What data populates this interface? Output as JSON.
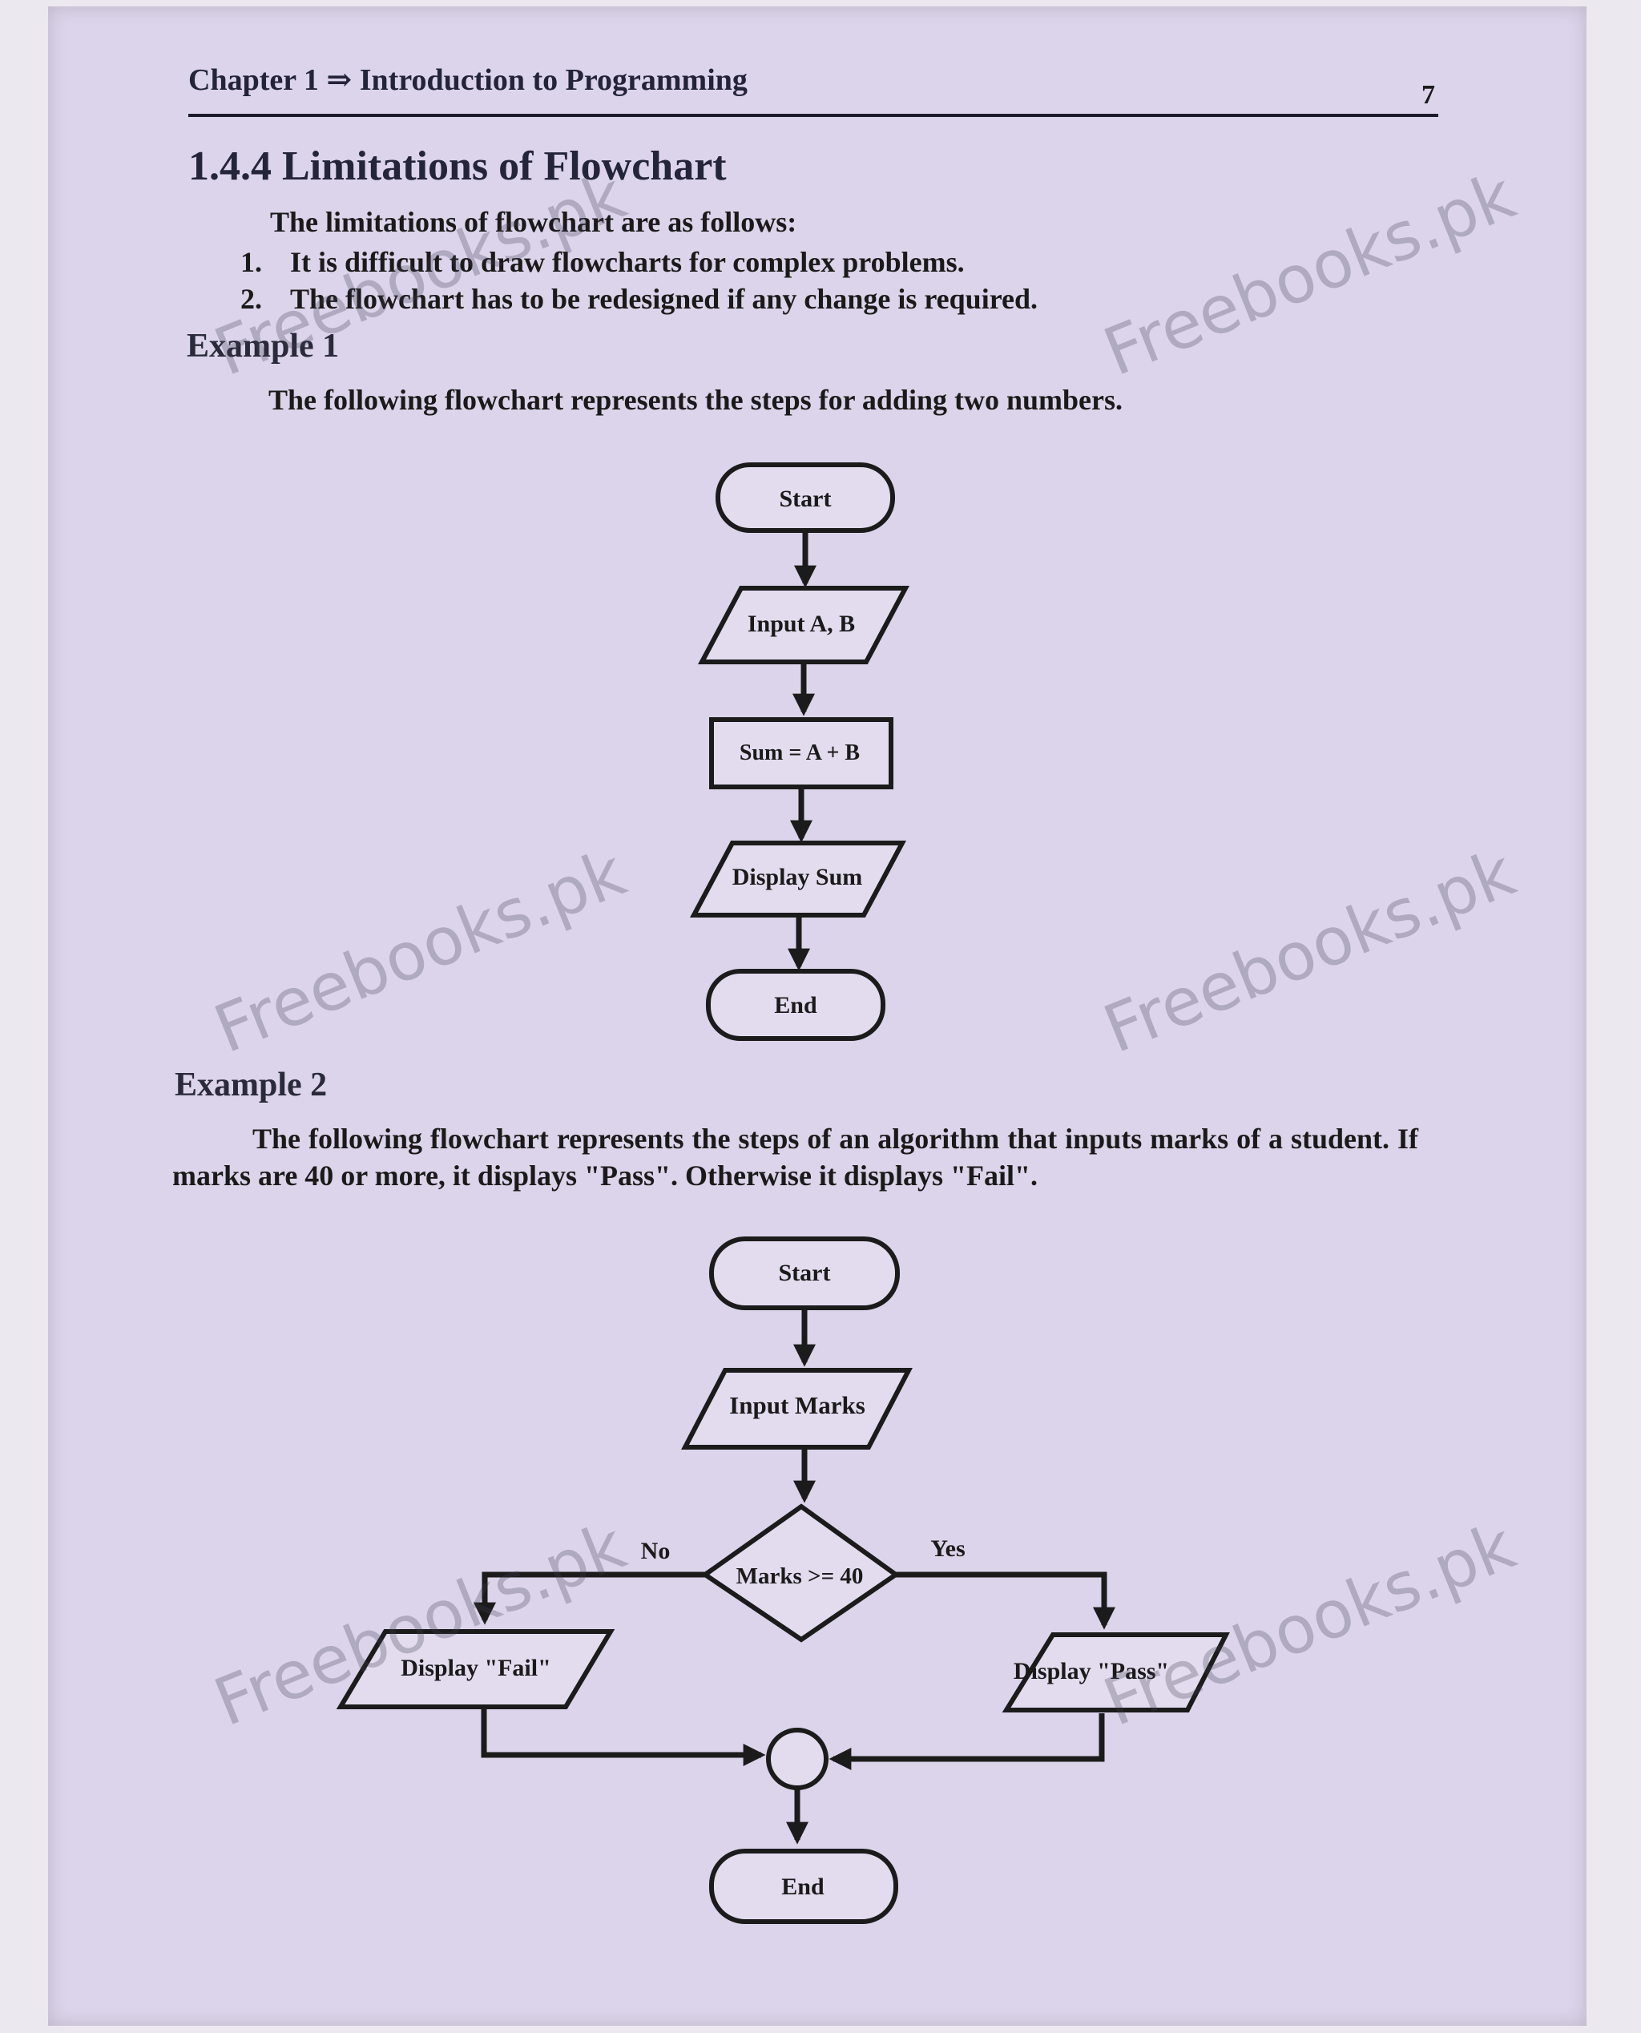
{
  "header": {
    "chapter_title": "Chapter 1 ⇒ Introduction to Programming",
    "page_number": "7"
  },
  "section": {
    "heading": "1.4.4 Limitations of Flowchart",
    "intro": "The limitations of flowchart are as follows:",
    "items": [
      {
        "num": "1.",
        "text": "It is difficult to draw flowcharts for complex problems."
      },
      {
        "num": "2.",
        "text": "The flowchart has to be redesigned if any change is required."
      }
    ]
  },
  "example1": {
    "heading": "Example 1",
    "description": "The following flowchart represents the steps for adding two numbers.",
    "flowchart": {
      "start": "Start",
      "input": "Input A, B",
      "process": "Sum = A + B",
      "output": "Display Sum",
      "end": "End"
    }
  },
  "example2": {
    "heading": "Example 2",
    "description": "The following flowchart represents the steps of an algorithm that inputs marks of a student. If marks are 40 or more, it displays \"Pass\". Otherwise it displays \"Fail\".",
    "flowchart": {
      "start": "Start",
      "input": "Input Marks",
      "decision": "Marks >= 40",
      "no_label": "No",
      "yes_label": "Yes",
      "fail_output": "Display \"Fail\"",
      "pass_output": "Display \"Pass\"",
      "end": "End"
    }
  },
  "watermark": "Freebooks.pk"
}
